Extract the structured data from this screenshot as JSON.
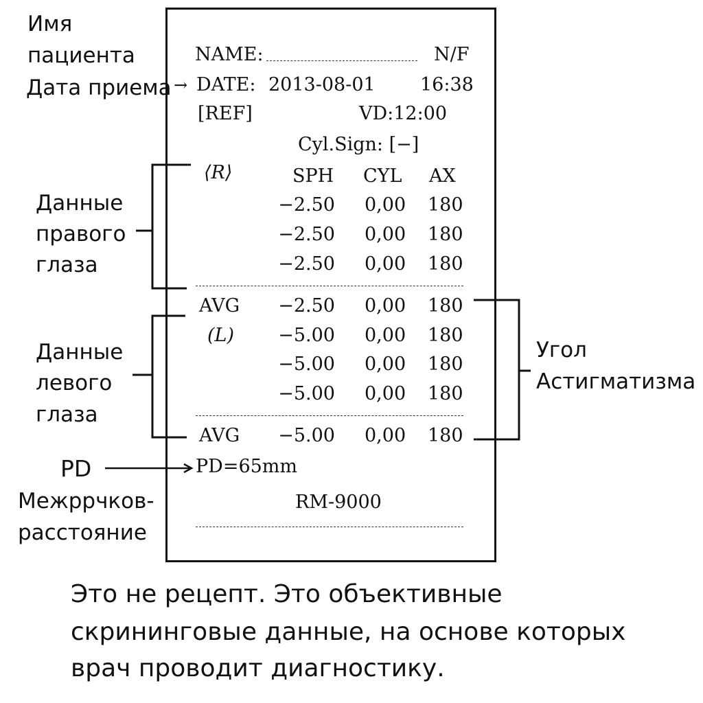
{
  "labels": {
    "patient_name": [
      "Имя",
      "пациента"
    ],
    "visit_date": "Дата приема",
    "right_eye": [
      "Данные",
      "правого",
      "глаза"
    ],
    "left_eye": [
      "Данные",
      "левого",
      "глаза"
    ],
    "pd_title": "PD",
    "pd_desc": [
      "Межррчков-",
      "расстояние"
    ],
    "astig_angle": [
      "Угол",
      "Астигматизма"
    ]
  },
  "receipt": {
    "name_label": "NAME:",
    "name_value": "N/F",
    "date_label": "DATE:",
    "date_value": "2013-08-01",
    "time_value": "16:38",
    "ref_tag": "[REF]",
    "vd": "VD:12:00",
    "cyl_sign": "Cyl.Sign: [−]",
    "right_marker": "⟨R⟩",
    "left_marker": "(L)",
    "columns": [
      "SPH",
      "CYL",
      "AX"
    ],
    "right_rows": [
      [
        "−2.50",
        "0,00",
        "180"
      ],
      [
        "−2.50",
        "0,00",
        "180"
      ],
      [
        "−2.50",
        "0,00",
        "180"
      ]
    ],
    "right_avg": [
      "AVG",
      "−2.50",
      "0,00",
      "180"
    ],
    "left_rows": [
      [
        "−5.00",
        "0,00",
        "180"
      ],
      [
        "−5.00",
        "0,00",
        "180"
      ],
      [
        "−5.00",
        "0,00",
        "180"
      ]
    ],
    "left_avg": [
      "AVG",
      "−5.00",
      "0,00",
      "180"
    ],
    "pd": "PD=65mm",
    "model": "RM-9000"
  },
  "arrows": {
    "date_arrow": "→"
  },
  "footer": [
    "Это не рецепт. Это объективные",
    "скрининговые данные, на основе которых",
    "врач проводит диагностику."
  ]
}
